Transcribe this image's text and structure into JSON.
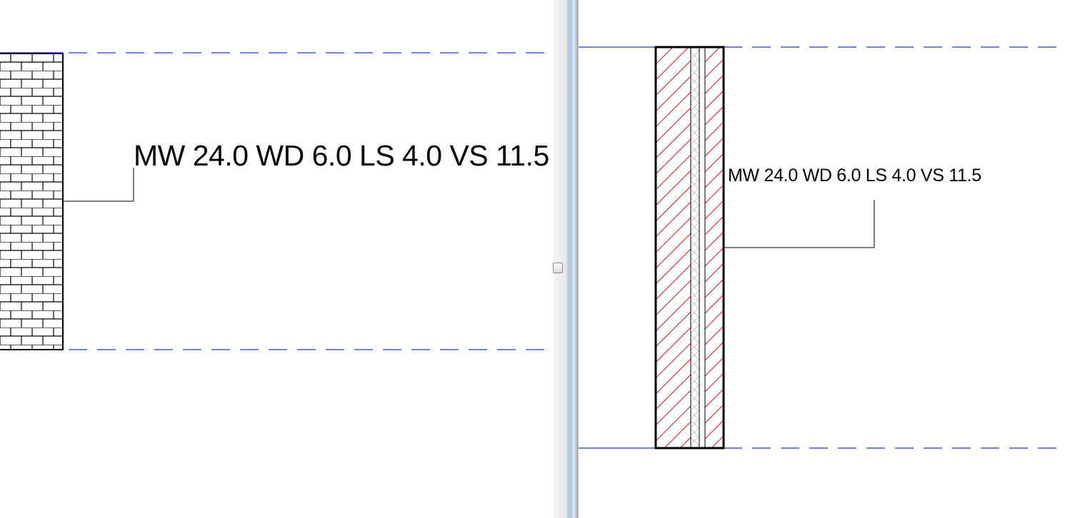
{
  "left_view": {
    "tag_text": "MW 24.0 WD 6.0 LS 4.0 VS 11.5",
    "material_pattern": "brick",
    "level_line_color": "#1f3fbf"
  },
  "right_view": {
    "tag_text": "MW 24.0 WD 6.0 LS 4.0 VS 11.5",
    "material_pattern": "diagonal-hatch",
    "hatch_color": "#e01818",
    "level_line_color": "#1f3fbf"
  },
  "colors": {
    "splitter_blue": "#a9c4e0",
    "level_line": "#1f3fbf"
  }
}
